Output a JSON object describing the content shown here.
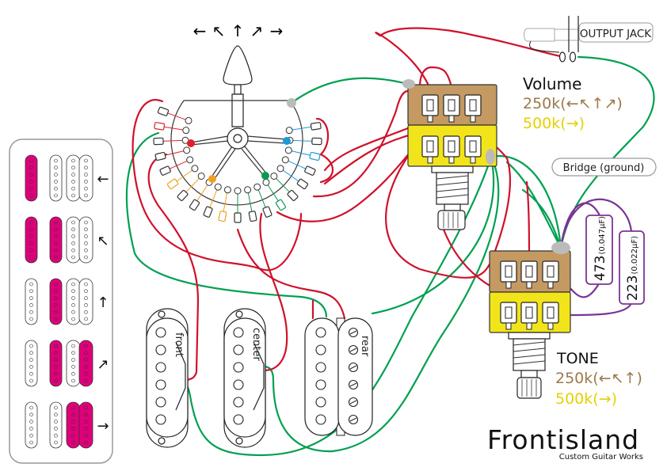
{
  "switch": {
    "positions": [
      "←",
      "↖",
      "↑",
      "↗",
      "→"
    ]
  },
  "output_jack": {
    "label": "OUTPUT JACK"
  },
  "volume": {
    "title": "Volume",
    "value_250k": "250k(←↖↑↗)",
    "value_500k": "500k(→)"
  },
  "tone": {
    "title": "TONE",
    "value_250k": "250k(←↖↑)",
    "value_500k": "500k(→)"
  },
  "bridge_ground": {
    "label": "Bridge (ground)"
  },
  "capacitors": [
    {
      "code": "473",
      "value": "(0.047μF)"
    },
    {
      "code": "223",
      "value": "(0.022μF)"
    }
  ],
  "pickups": {
    "front": "front",
    "center": "center",
    "rear": "rear"
  },
  "legend": {
    "rows": [
      {
        "arrow": "←",
        "active": [
          "front"
        ]
      },
      {
        "arrow": "↖",
        "active": [
          "front",
          "center"
        ]
      },
      {
        "arrow": "↑",
        "active": [
          "center"
        ]
      },
      {
        "arrow": "↗",
        "active": [
          "center",
          "rear-inner"
        ]
      },
      {
        "arrow": "→",
        "active": [
          "rear-outer",
          "rear-inner"
        ]
      }
    ]
  },
  "brand": {
    "name": "Frontisland",
    "tagline": "Custom Guitar Works"
  },
  "colors": {
    "hot_wire": "#d0112b",
    "ground_wire": "#00a050",
    "cap_wire": "#7b3494",
    "pot_250k": "#c49a62",
    "pot_500k": "#f2e41a",
    "active_pickup": "#e0007a",
    "solder": "#bbbbbb"
  }
}
